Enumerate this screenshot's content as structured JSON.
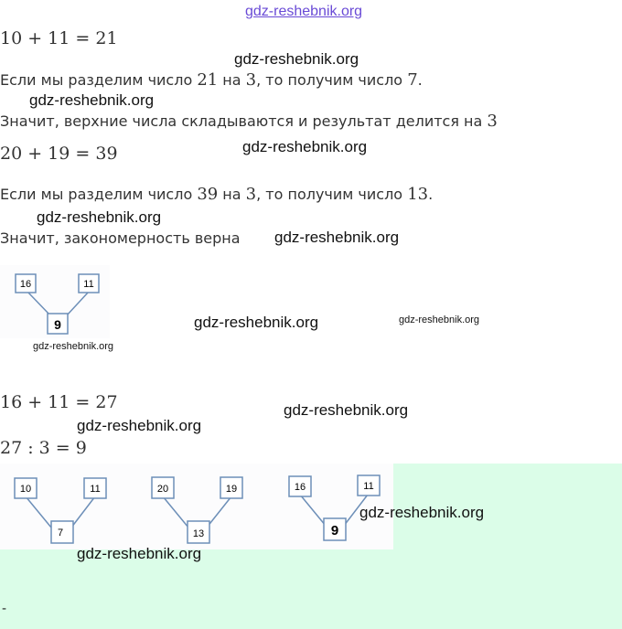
{
  "watermark": "gdz-reshebnik.org",
  "lines": {
    "eq1": "10 + 11 = 21",
    "s1a": "Если мы разделим число ",
    "s1n1": "21",
    "s1b": " на ",
    "s1n2": "3",
    "s1c": ", то получим число ",
    "s1n3": "7",
    "s1d": ".",
    "s2a": "Значит, верхние числа складываются и результат делится на ",
    "s2n": "3",
    "eq2": "20 + 19 = 39",
    "s3a": "Если мы разделим число ",
    "s3n1": "39",
    "s3b": " на ",
    "s3n2": "3",
    "s3c": ", то получим число ",
    "s3n3": "13",
    "s3d": ".",
    "s4": "Значит, закономерность верна",
    "eq3": "16 + 11 = 27",
    "eq4": "27 : 3 = 9",
    "dash": "-"
  },
  "diagrams": [
    {
      "left": "16",
      "right": "11",
      "bottom": "9"
    },
    {
      "left": "10",
      "right": "11",
      "bottom": "7"
    },
    {
      "left": "20",
      "right": "19",
      "bottom": "13"
    },
    {
      "left": "16",
      "right": "11",
      "bottom": "9"
    }
  ]
}
